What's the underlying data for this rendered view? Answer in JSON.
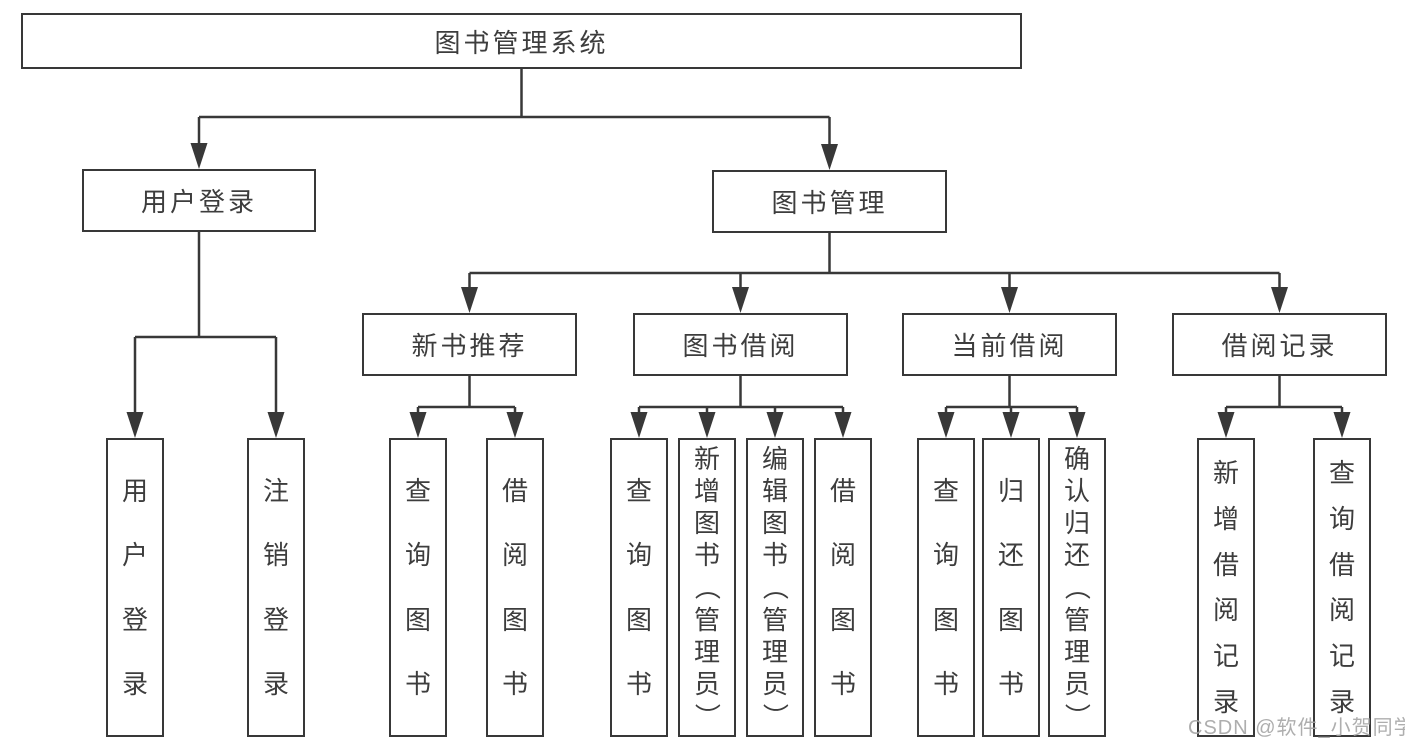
{
  "diagram": {
    "type": "hierarchy-flowchart",
    "colors": {
      "line": "#383838",
      "text": "#3d3d3d",
      "box_fill": "#ffffff",
      "watermark": "#a5a5a5"
    },
    "tree": {
      "label": "图书管理系统",
      "children": [
        {
          "label": "用户登录",
          "children": [
            {
              "label": "用户登录"
            },
            {
              "label": "注销登录"
            }
          ]
        },
        {
          "label": "图书管理",
          "children": [
            {
              "label": "新书推荐",
              "children": [
                {
                  "label": "查询图书"
                },
                {
                  "label": "借阅图书"
                }
              ]
            },
            {
              "label": "图书借阅",
              "children": [
                {
                  "label": "查询图书"
                },
                {
                  "label": "新增图书（管理员）"
                },
                {
                  "label": "编辑图书（管理员）"
                },
                {
                  "label": "借阅图书"
                }
              ]
            },
            {
              "label": "当前借阅",
              "children": [
                {
                  "label": "查询图书"
                },
                {
                  "label": "归还图书"
                },
                {
                  "label": "确认归还（管理员）"
                }
              ]
            },
            {
              "label": "借阅记录",
              "children": [
                {
                  "label": "新增借阅记录"
                },
                {
                  "label": "查询借阅记录"
                }
              ]
            }
          ]
        }
      ]
    },
    "watermark": "CSDN @软件_小贺同学"
  }
}
